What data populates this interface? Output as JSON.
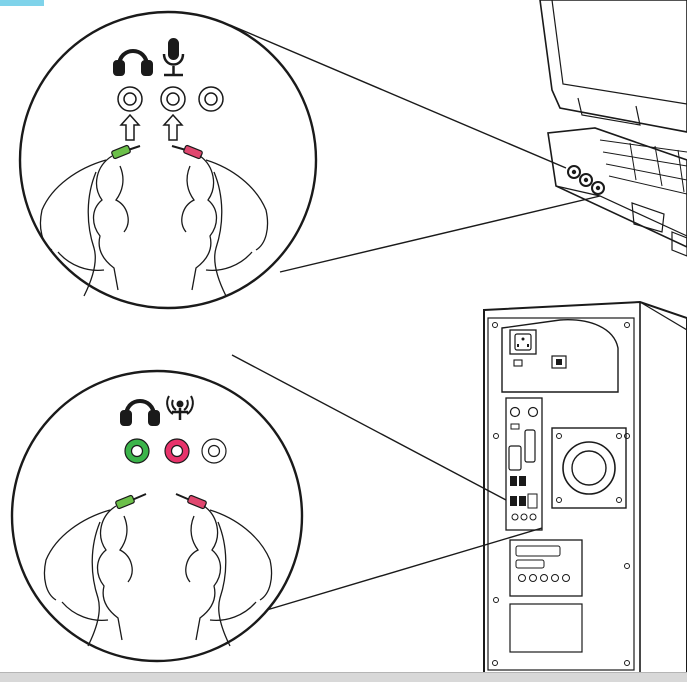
{
  "laptop": {
    "jacks": [
      {
        "id": "headphone",
        "icon": "headphones-icon",
        "color": "#ffffff"
      },
      {
        "id": "microphone",
        "icon": "microphone-icon",
        "color": "#ffffff"
      },
      {
        "id": "line",
        "icon": "none",
        "color": "#ffffff"
      }
    ]
  },
  "desktop": {
    "jacks": [
      {
        "id": "headphone",
        "icon": "headphones-icon",
        "color": "#3bb44a"
      },
      {
        "id": "microphone",
        "icon": "microphone-icon",
        "color": "#e8336b"
      },
      {
        "id": "line",
        "icon": "none",
        "color": "#ffffff"
      }
    ]
  },
  "plugs": {
    "green": "#6cc04a",
    "pink": "#e0476f"
  },
  "colors": {
    "line": "#1a1a1a",
    "accent_tab": "#7fd3ea"
  }
}
